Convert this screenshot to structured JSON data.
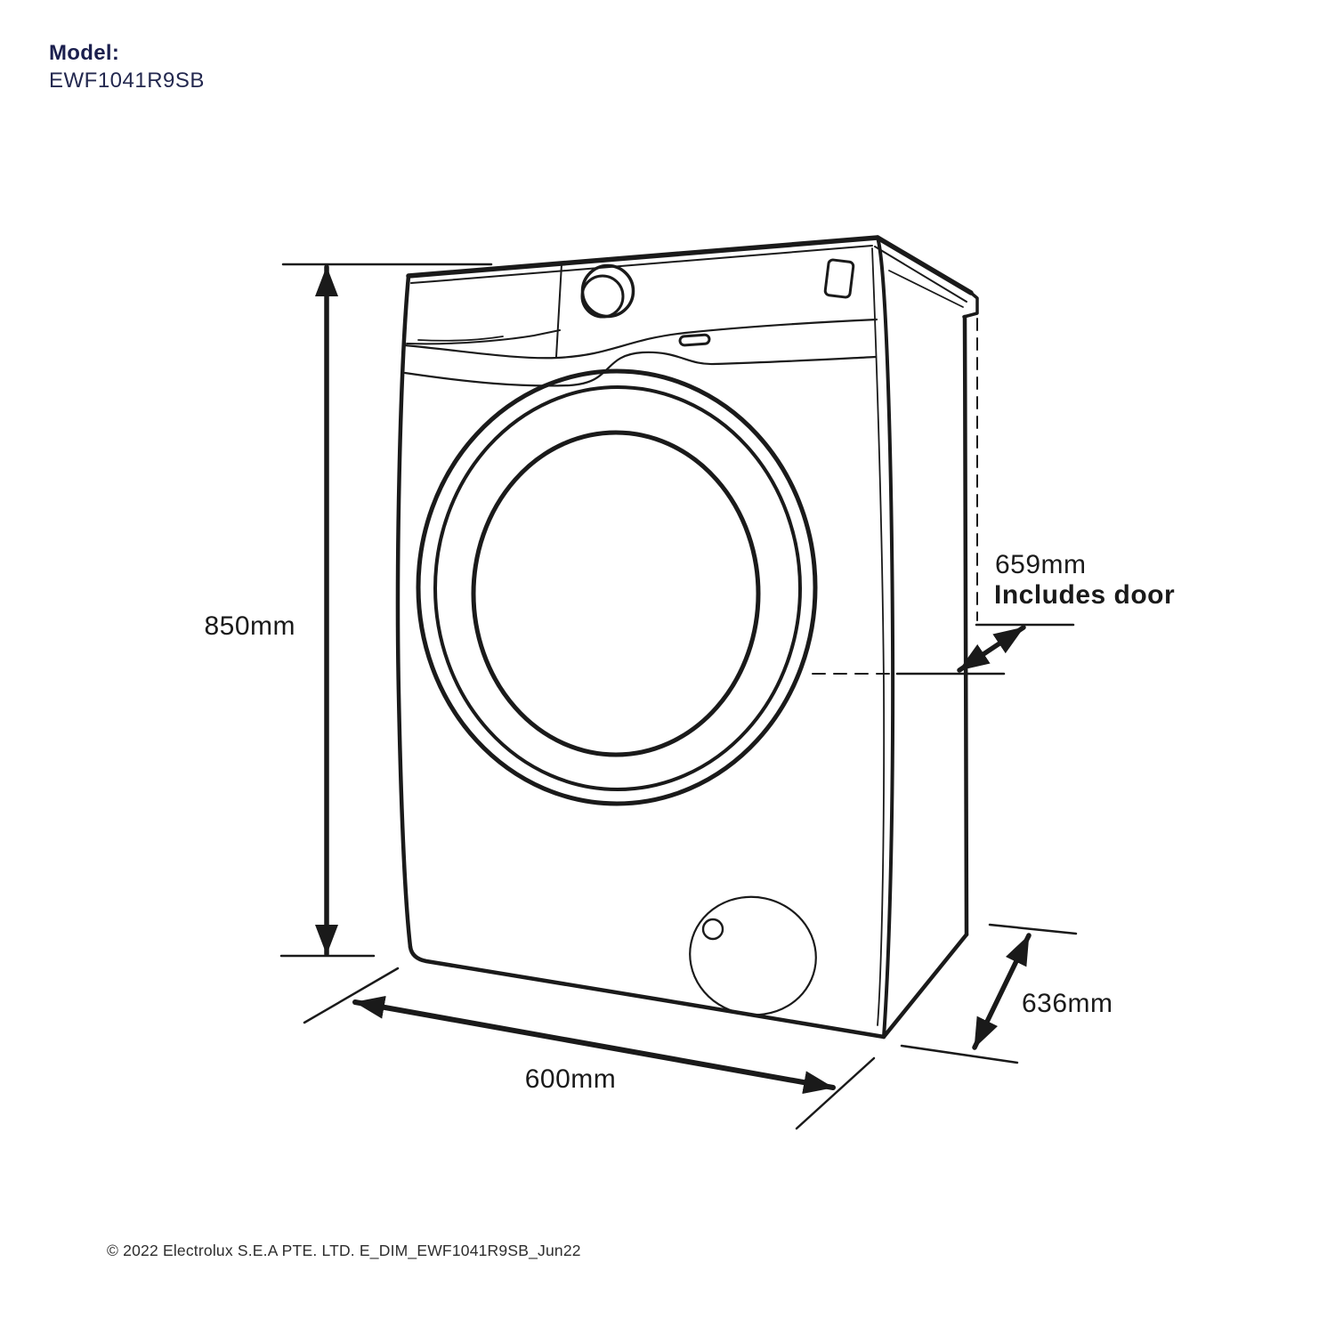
{
  "header": {
    "model_label": "Model:",
    "model_number": "EWF1041R9SB"
  },
  "diagram": {
    "subject": "front-load washing machine dimension drawing",
    "dimensions": {
      "height": {
        "value": "850mm"
      },
      "width": {
        "value": "600mm"
      },
      "depth": {
        "value": "636mm"
      },
      "depth_with_door": {
        "value": "659mm",
        "note": "Includes door"
      }
    },
    "colors": {
      "ink": "#1a1a1a",
      "model_text": "#1b1f4e",
      "background": "#ffffff"
    }
  },
  "footer": {
    "copyright": "© 2022 Electrolux S.E.A PTE. LTD. E_DIM_EWF1041R9SB_Jun22"
  }
}
